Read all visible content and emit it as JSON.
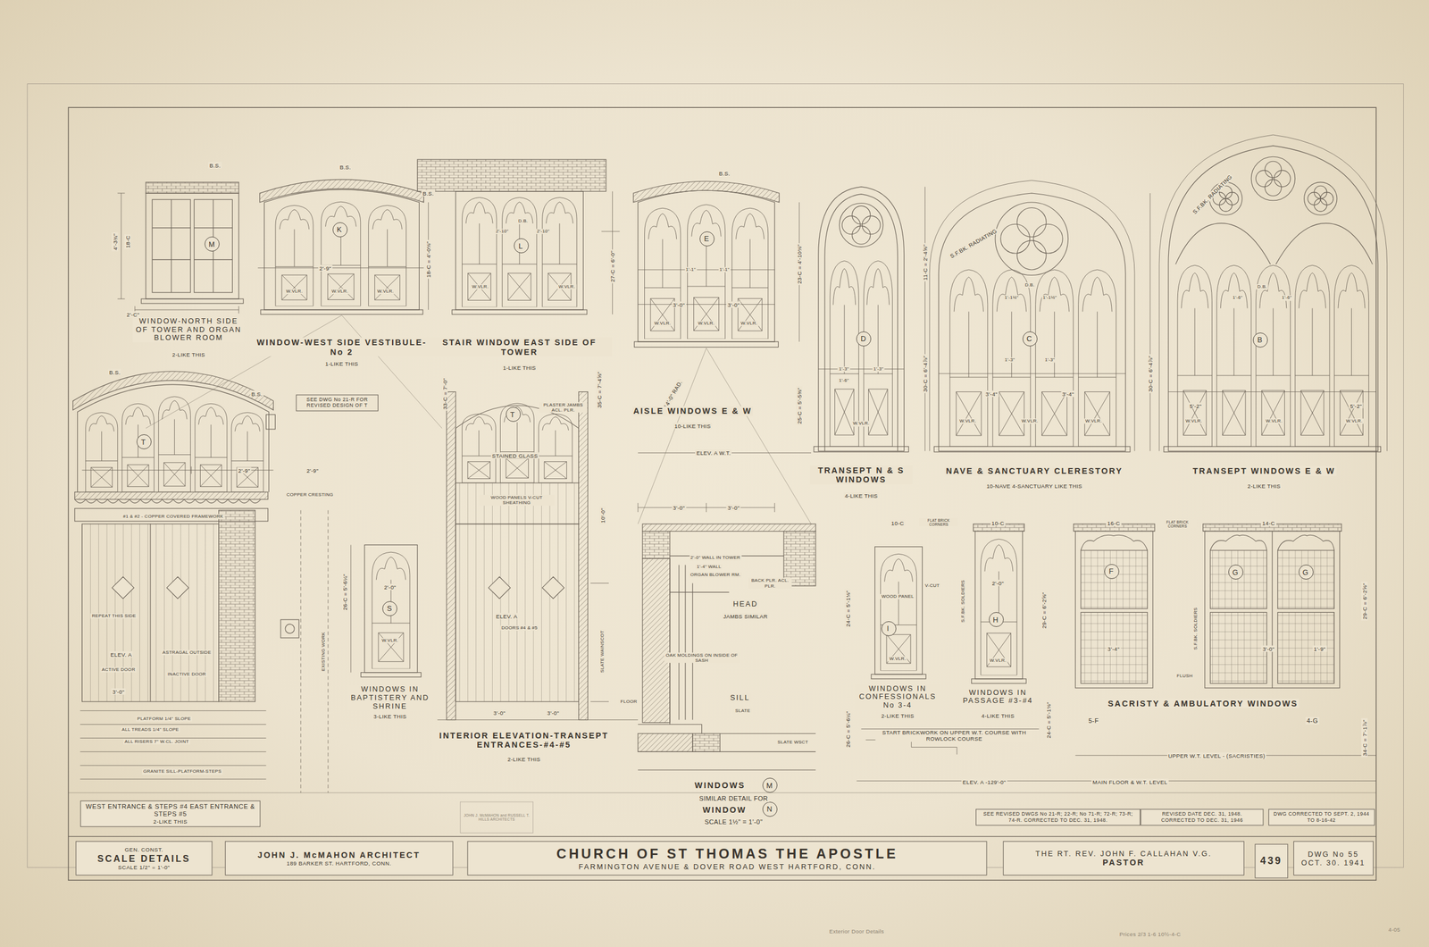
{
  "diagram": {
    "nodes": [
      {
        "text": [
          "GEN. CONST.",
          "SCALE DETAILS",
          "SCALE 1/2\" = 1'-0\""
        ]
      },
      {
        "text": [
          "JOHN J. McMAHON ARCHITECT",
          "189 BARKER ST. HARTFORD, CONN."
        ]
      },
      {
        "text": [
          "CHURCH OF ST THOMAS THE APOSTLE",
          "FARMINGTON AVENUE & DOVER ROAD WEST HARTFORD, CONN."
        ]
      },
      {
        "text": [
          "THE RT. REV. JOHN F. CALLAHAN V.G.",
          "PASTOR"
        ]
      },
      {
        "text": [
          "439"
        ]
      },
      {
        "text": [
          "DWG No 55",
          "OCT. 30. 1941"
        ]
      },
      {
        "text": [
          "SEE REVISED DWGS No 21-R; 22-R; No 71-R; 72-R; 73-R; 74-R. CORRECTED TO DEC. 31, 1948."
        ]
      },
      {
        "text": [
          "REVISED DATE DEC. 31, 1948.",
          "CORRECTED TO DEC. 31, 1946"
        ]
      },
      {
        "text": [
          "DWG CORRECTED TO SEPT. 2, 1944",
          "TO 8-16-42"
        ]
      },
      {
        "text": [
          "SEE DWG No 21-R FOR REVISED DESIGN OF T"
        ]
      },
      {
        "text": [
          "WEST ENTRANCE & STEPS #4 EAST ENTRANCE & STEPS #5",
          "2-LIKE THIS"
        ]
      },
      {
        "text": [
          "M"
        ]
      },
      {
        "text": [
          "K"
        ]
      },
      {
        "text": [
          "L"
        ]
      },
      {
        "text": [
          "E"
        ]
      },
      {
        "text": [
          "D"
        ]
      },
      {
        "text": [
          "C"
        ]
      },
      {
        "text": [
          "B"
        ]
      },
      {
        "text": [
          "T"
        ]
      },
      {
        "text": [
          "T"
        ]
      },
      {
        "text": [
          "S"
        ]
      },
      {
        "text": [
          "I"
        ]
      },
      {
        "text": [
          "H"
        ]
      },
      {
        "text": [
          "F"
        ]
      },
      {
        "text": [
          "G"
        ]
      },
      {
        "text": [
          "G"
        ]
      },
      {
        "text": [
          "M"
        ]
      },
      {
        "text": [
          "N"
        ]
      }
    ],
    "labels": [
      "B.S.",
      "4'-3¾\"",
      "18-C",
      "2'-C\"",
      "WINDOW-NORTH SIDE OF TOWER AND ORGAN BLOWER ROOM",
      "2-LIKE THIS",
      "B.S.",
      "B.S.",
      "2'-9\"",
      "W.VLR.",
      "W.VLR.",
      "W.VLR.",
      "18-C = 4'-0⅛\"",
      "WINDOW-WEST SIDE VESTIBULE-No 2",
      "1-LIKE THIS",
      "D.B.",
      "2'-10\"",
      "2'-10\"",
      "W.VLR.",
      "W.VLR.",
      "27-C = 6'-0\"",
      "STAIR WINDOW EAST SIDE OF TOWER",
      "1-LIKE THIS",
      "B.S.",
      "1'-1\"",
      "1'-1\"",
      "3'-0\"",
      "3'-0\"",
      "W.VLR.",
      "W.VLR.",
      "W.VLR.",
      "23-C = 4'-10⅛\"",
      "14'-0\" RAD.",
      "AISLE WINDOWS E & W",
      "10-LIKE THIS",
      "ELEV. A W.T.",
      "3'-0\"",
      "3'-0\"",
      "25-C = 5'-5⅜\"",
      "1'-3\"",
      "1'-3\"",
      "1'-6\"",
      "W.VLR.",
      "TRANSEPT N & S WINDOWS",
      "4-LIKE THIS",
      "11-C = 2'-4⅝\"",
      "30-C = 6'-4⅞\"",
      "S.F.BK. RADIATING",
      "D.B.",
      "1'-1½\"",
      "1'-1½\"",
      "1'-3\"",
      "1'-3\"",
      "3'-4\"",
      "3'-4\"",
      "W.VLR.",
      "W.VLR.",
      "W.VLR.",
      "NAVE & SANCTUARY CLERESTORY",
      "10-NAVE 4-SANCTUARY LIKE THIS",
      "30-C = 6'-4⅞\"",
      "S.F.BK. RADIATING",
      "D.B.",
      "1'-6\"",
      "1'-6\"",
      "5'-2\"",
      "5'-2\"",
      "W.VLR.",
      "W.VLR.",
      "W.VLR.",
      "TRANSEPT WINDOWS E & W",
      "2-LIKE THIS",
      "B.S.",
      "B.S.",
      "2'-9\"",
      "2'-9\"",
      "COPPER CRESTING",
      "#1 & #2 - COPPER COVERED FRAMEWORK",
      "REPEAT THIS SIDE",
      "ELEV. A",
      "ACTIVE DOOR",
      "ASTRAGAL OUTSIDE",
      "INACTIVE DOOR",
      "3'-0\"",
      "PLATFORM 1/4\" SLOPE",
      "ALL TREADS 1/4\" SLOPE",
      "ALL RISERS 7\" W.CL. JOINT",
      "GRANITE SILL-PLATFORM-STEPS",
      "EXISTING WORK",
      "2'-0\"",
      "W.VLR.",
      "26-C = 5'-6¼\"",
      "WINDOWS IN BAPTISTERY AND SHRINE",
      "3-LIKE THIS",
      "33-C = 7'-0\"",
      "35-C = 7'-4⅝\"",
      "PLASTER JAMBS ACL. PLR.",
      "STAINED GLASS",
      "WOOD PANELS V-CUT SHEATHING",
      "ELEV. A",
      "DOORS #4 & #5",
      "SLATE WAINSCOT",
      "10'-0\"",
      "FLOOR",
      "3'-0\"",
      "3'-0\"",
      "INTERIOR ELEVATION-TRANSEPT ENTRANCES-#4-#5",
      "2-LIKE THIS",
      "2'-0\" WALL IN TOWER",
      "1'-4\" WALL",
      "ORGAN BLOWER RM.",
      "BACK PLR. ACL. PLR.",
      "HEAD",
      "JAMBS SIMILAR",
      "OAK MOLDINGS ON INSIDE OF SASH",
      "SILL",
      "SLATE",
      "SLATE WSCT",
      "WINDOWS",
      "SIMILAR DETAIL FOR",
      "WINDOW",
      "SCALE 1½\" = 1'-0\"",
      "10-C",
      "V-CUT",
      "WOOD PANEL",
      "W.VLR.",
      "24-C = 5'-1⅛\"",
      "WINDOWS IN CONFESSIONALS No 3-4",
      "2-LIKE THIS",
      "FLAT BRICK CORNERS",
      "10-C",
      "2'-0\"",
      "S.F.BK. SOLDIERS",
      "W.VLR.",
      "29-C = 6'-2⅝\"",
      "WINDOWS IN PASSAGE #3-#4",
      "4-LIKE THIS",
      "16-C",
      "FLAT BRICK CORNERS",
      "3'-4\"",
      "S.F.BK. SOLDIERS",
      "FLUSH",
      "14-C",
      "3'-0\"",
      "1'-9\"",
      "29-C = 6'-2⅝\"",
      "SACRISTY & AMBULATORY WINDOWS",
      "5-F",
      "4-G",
      "UPPER W.T. LEVEL - (SACRISTIES)",
      "34-C = 7'-1⅞\"",
      "START BRICKWORK ON UPPER W.T. COURSE WITH ROWLOCK COURSE",
      "24-C = 5'-1⅛\"",
      "26-C = 5'-6¼\"",
      "ELEV. A -129'-0\"",
      "MAIN FLOOR & W.T. LEVEL",
      "JOHN J. McMAHON and RUSSELL T. HILLS ARCHITECTS",
      "Exterior Door Details",
      "Prices 2/3 1-6 10½-4-C",
      "4-05"
    ]
  }
}
